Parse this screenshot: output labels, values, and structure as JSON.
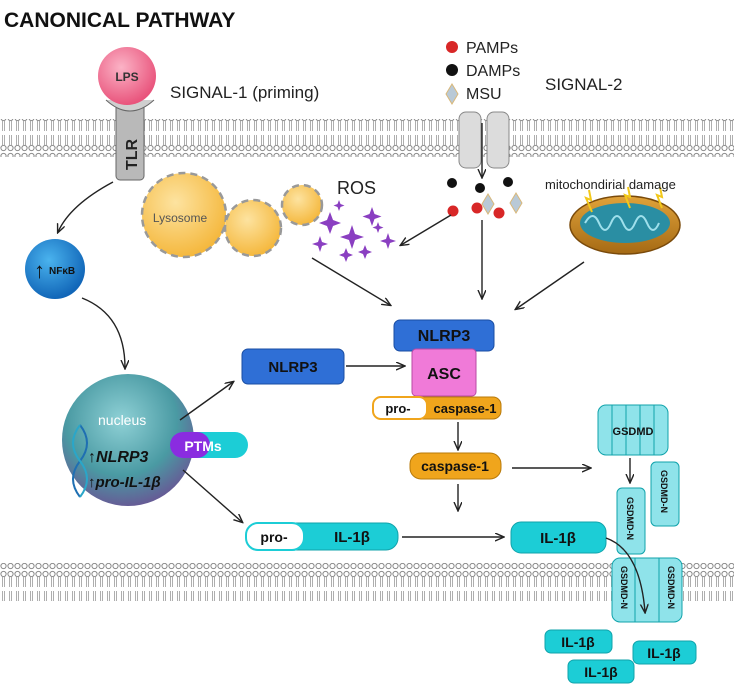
{
  "title": "CANONICAL PATHWAY",
  "signal1": {
    "label": "SIGNAL-1 (priming)",
    "ligand": "LPS",
    "receptor": "TLR"
  },
  "signal2": {
    "label": "SIGNAL-2",
    "legend": [
      "PAMPs",
      "DAMPs",
      "MSU"
    ]
  },
  "lysosome": "Lysosome",
  "ros": "ROS",
  "mito": "mitochondirial damage",
  "nfkb": {
    "arrow": "↑",
    "label": "NFκB"
  },
  "nucleus": {
    "label": "nucleus",
    "gene1": "↑NLRP3",
    "gene2": "↑pro-IL-1β",
    "ptms": "PTMs"
  },
  "nlrp3_free": "NLRP3",
  "inflammasome": {
    "nlrp3": "NLRP3",
    "asc": "ASC",
    "pro": "pro-",
    "casp": "caspase-1"
  },
  "caspase_active": "caspase-1",
  "pro_il1b": {
    "pro": "pro-",
    "il1b": "IL-1β"
  },
  "il1b_mature": "IL-1β",
  "gsdmd": "GSDMD",
  "gsdmd_n": "GSDMD-N",
  "released": [
    "IL-1β",
    "IL-1β",
    "IL-1β"
  ],
  "colors": {
    "membrane": "#8a8a8a",
    "nlrp3": "#2f6fd6",
    "asc": "#f07ad8",
    "caspase": "#f0a51c",
    "il1b": "#1ccdd6",
    "lps": "#ee6e8f",
    "ptms": "#8a2ce0"
  }
}
